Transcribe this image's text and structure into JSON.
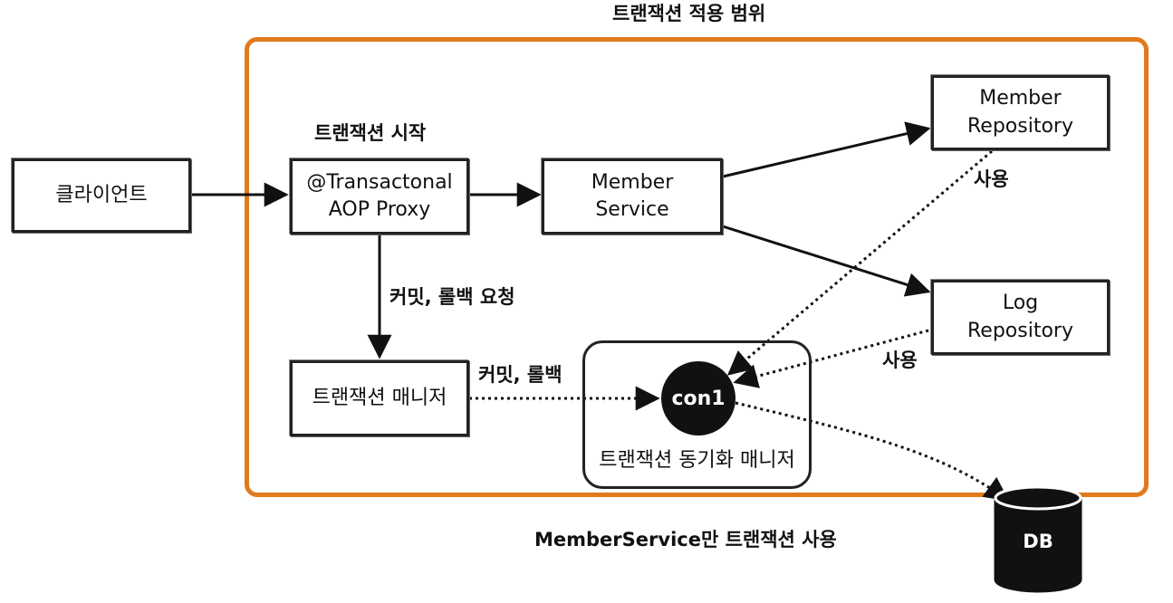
{
  "title": "트랜잭션 적용 범위",
  "footer": "MemberService만 트랜잭션 사용",
  "colors": {
    "scope_border": "#E07A1C",
    "line": "#111111"
  },
  "nodes": {
    "client": "클라이언트",
    "aop_proxy": "@Transactonal\nAOP Proxy",
    "member_service": "Member\nService",
    "member_repository": "Member\nRepository",
    "log_repository": "Log\nRepository",
    "tx_manager": "트랜잭션 매니저",
    "sync_manager": "트랜잭션 동기화 매니저",
    "connection": "con1",
    "db": "DB"
  },
  "labels": {
    "tx_start": "트랜잭션 시작",
    "commit_rollback_request": "커밋, 롤백 요청",
    "commit_rollback": "커밋, 롤백",
    "use_member_repo": "사용",
    "use_log_repo": "사용"
  }
}
